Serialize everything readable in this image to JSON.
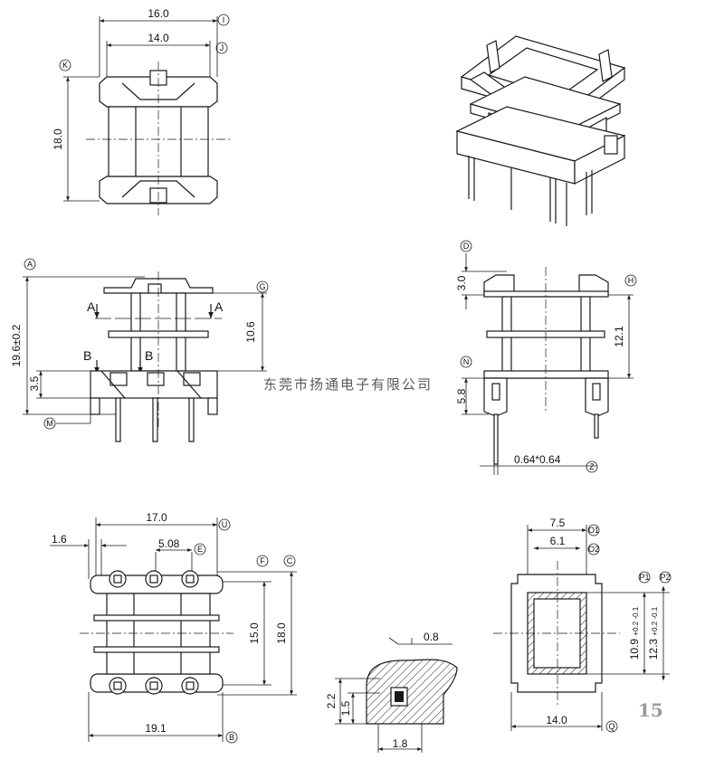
{
  "company_name": "东莞市扬通电子有限公司",
  "page_number": "15",
  "top_view": {
    "dims": {
      "width_outer": "16.0",
      "width_inner": "14.0",
      "height": "18.0"
    },
    "markers": {
      "i": "I",
      "j": "J",
      "k": "K"
    }
  },
  "front_view": {
    "dims": {
      "total_height": "19.6±0.2",
      "height_10_6": "10.6",
      "base_3_5": "3.5"
    },
    "section_labels": {
      "a_left": "A",
      "a_right": "A",
      "b_left": "B",
      "b_right": "B"
    },
    "markers": {
      "a": "A",
      "g": "G",
      "m": "M"
    }
  },
  "side_view": {
    "dims": {
      "top_3_0": "3.0",
      "mid_12_1": "12.1",
      "base_5_8": "5.8",
      "pin_size": "0.64*0.64"
    },
    "markers": {
      "d": "D",
      "h": "H",
      "n": "N",
      "z": "Z"
    }
  },
  "bottom_view": {
    "dims": {
      "width_17_0": "17.0",
      "left_1_6": "1.6",
      "pitch_5_08": "5.08",
      "height_15_0": "15.0",
      "height_18_0": "18.0",
      "base_19_1": "19.1"
    },
    "markers": {
      "u": "U",
      "e": "E",
      "f": "F",
      "c": "C",
      "b": "B"
    }
  },
  "detail_view": {
    "dims": {
      "top_0_8": "0.8",
      "h_2_2": "2.2",
      "h_1_5": "1.5",
      "w_1_8": "1.8"
    }
  },
  "core_view": {
    "dims": {
      "outer_7_5": "7.5",
      "inner_6_1": "6.1",
      "h_10_9": "10.9",
      "h_10_9_tol": "+0.2 -0.1",
      "h_12_3": "12.3",
      "h_12_3_tol": "+0.2 -0.1",
      "base_14_0": "14.0"
    },
    "markers": {
      "o1": "O1",
      "o2": "O2",
      "p1": "P1",
      "p2": "P2",
      "q": "Q"
    }
  }
}
